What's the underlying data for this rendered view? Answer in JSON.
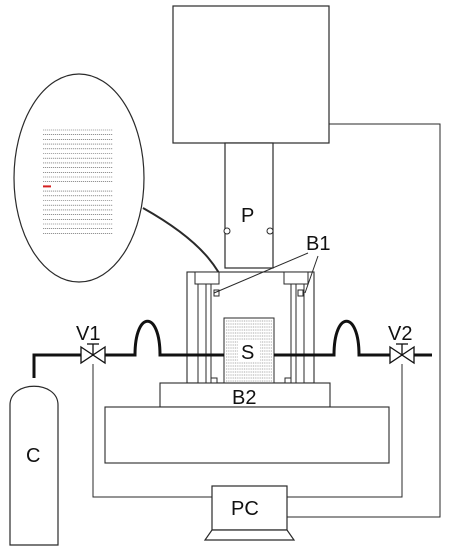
{
  "labels": {
    "p": "P",
    "b1": "B1",
    "s": "S",
    "b2": "B2",
    "v1": "V1",
    "v2": "V2",
    "c": "C",
    "pc": "PC"
  },
  "colors": {
    "stroke": "#2a2a2a",
    "highlight": "#d42020",
    "sample_lines": "#555555"
  }
}
